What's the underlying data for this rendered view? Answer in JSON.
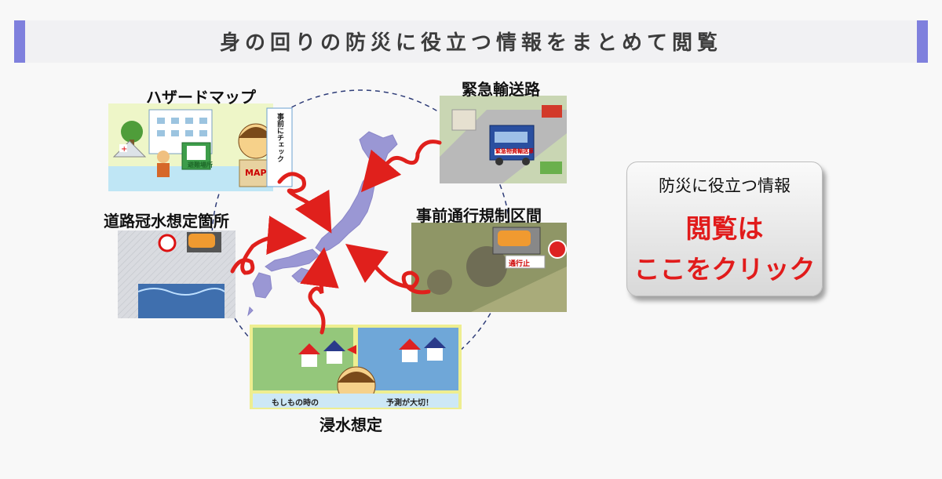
{
  "header": {
    "title": "身の回りの防災に役立つ情報をまとめて閲覧"
  },
  "panels": {
    "hazard_map": {
      "label": "ハザードマップ",
      "side_note": "事前にチェック",
      "sign": "MAP",
      "shelter_sign": "避難場所"
    },
    "emergency_route": {
      "label": "緊急輸送路",
      "truck_sign": "緊急物資輸送車"
    },
    "road_flooding": {
      "label": "道路冠水想定箇所"
    },
    "traffic_regulation": {
      "label": "事前通行規制区間",
      "sign": "通行止"
    },
    "inundation": {
      "label": "浸水想定",
      "caption_left": "もしもの時の",
      "caption_right": "予測が大切！"
    }
  },
  "cta": {
    "line1": "防災に役立つ情報",
    "line2": "閲覧は",
    "line3": "ここをクリック"
  },
  "colors": {
    "accent_bar": "#7f80dd",
    "arrow_red": "#e0201c",
    "cta_red": "#e11b1b",
    "japan_map": "#9a97d4"
  }
}
